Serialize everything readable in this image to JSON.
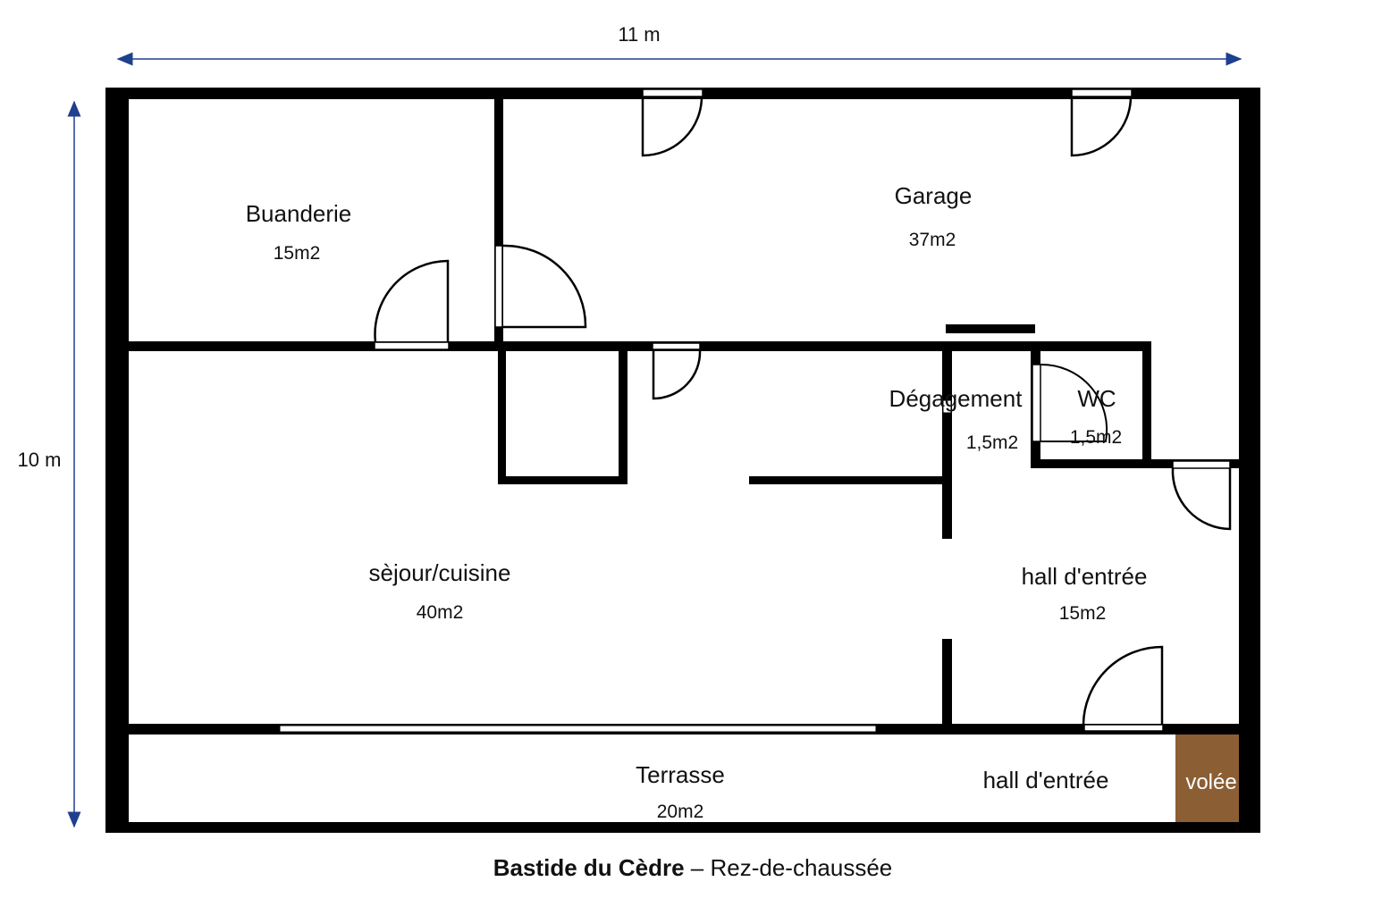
{
  "dimensions": {
    "width_label": "11 m",
    "height_label": "10 m"
  },
  "colors": {
    "walls": "#000000",
    "arrows": "#1f3f8f",
    "stair": "#8b5e34"
  },
  "rooms": {
    "buanderie": {
      "name": "Buanderie",
      "area": "15m2"
    },
    "garage": {
      "name": "Garage",
      "area": "37m2"
    },
    "degagement": {
      "name": "Dégagement",
      "area": "1,5m2"
    },
    "wc": {
      "name": "WC",
      "area": "1,5m2"
    },
    "sejour": {
      "name": "sèjour/cuisine",
      "area": "40m2"
    },
    "hall": {
      "name": "hall d'entrée",
      "area": "15m2"
    },
    "terrasse": {
      "name": "Terrasse",
      "area": "20m2"
    },
    "hall_ext": {
      "name": "hall d'entrée"
    },
    "volee": {
      "name": "volée"
    }
  },
  "caption": {
    "title": "Bastide du Cèdre",
    "separator": " – ",
    "subtitle": "Rez-de-chaussée"
  }
}
